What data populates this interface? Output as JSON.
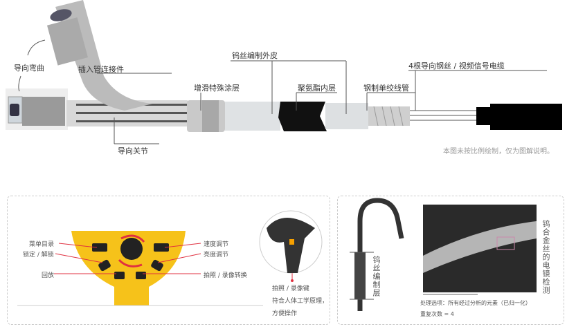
{
  "top_diagram": {
    "labels": {
      "bend": "导向弯曲",
      "connector": "插入管连接件",
      "tungsten_braid": "钨丝编制外皮",
      "coating": "增滑特殊涂层",
      "pu_layer": "聚氨酯内层",
      "steel_tube": "钢制单绞线管",
      "cables": "4根导向钢丝 / 视频信号电缆",
      "joint": "导向关节"
    },
    "note": "本图未按比例绘制，仅为图解说明。"
  },
  "controller_panel": {
    "left_labels": [
      "菜单目录",
      "锁定 / 解锁",
      "回放"
    ],
    "right_labels": [
      "速度调节",
      "亮度调节",
      "拍照 / 录像转换"
    ],
    "trigger_caption": [
      "拍照 / 录像键",
      "符合人体工学原理，",
      "方便操作"
    ],
    "colors": {
      "body": "#f6c21a",
      "leader": "#e03040"
    }
  },
  "sem_panel": {
    "braid_label": "钨丝编制层",
    "sem_title": "钨合金丝的电镜检测",
    "caption": [
      "处理选项：所有经过分析的元素（已归一化）",
      "重复次数 = 4"
    ]
  }
}
